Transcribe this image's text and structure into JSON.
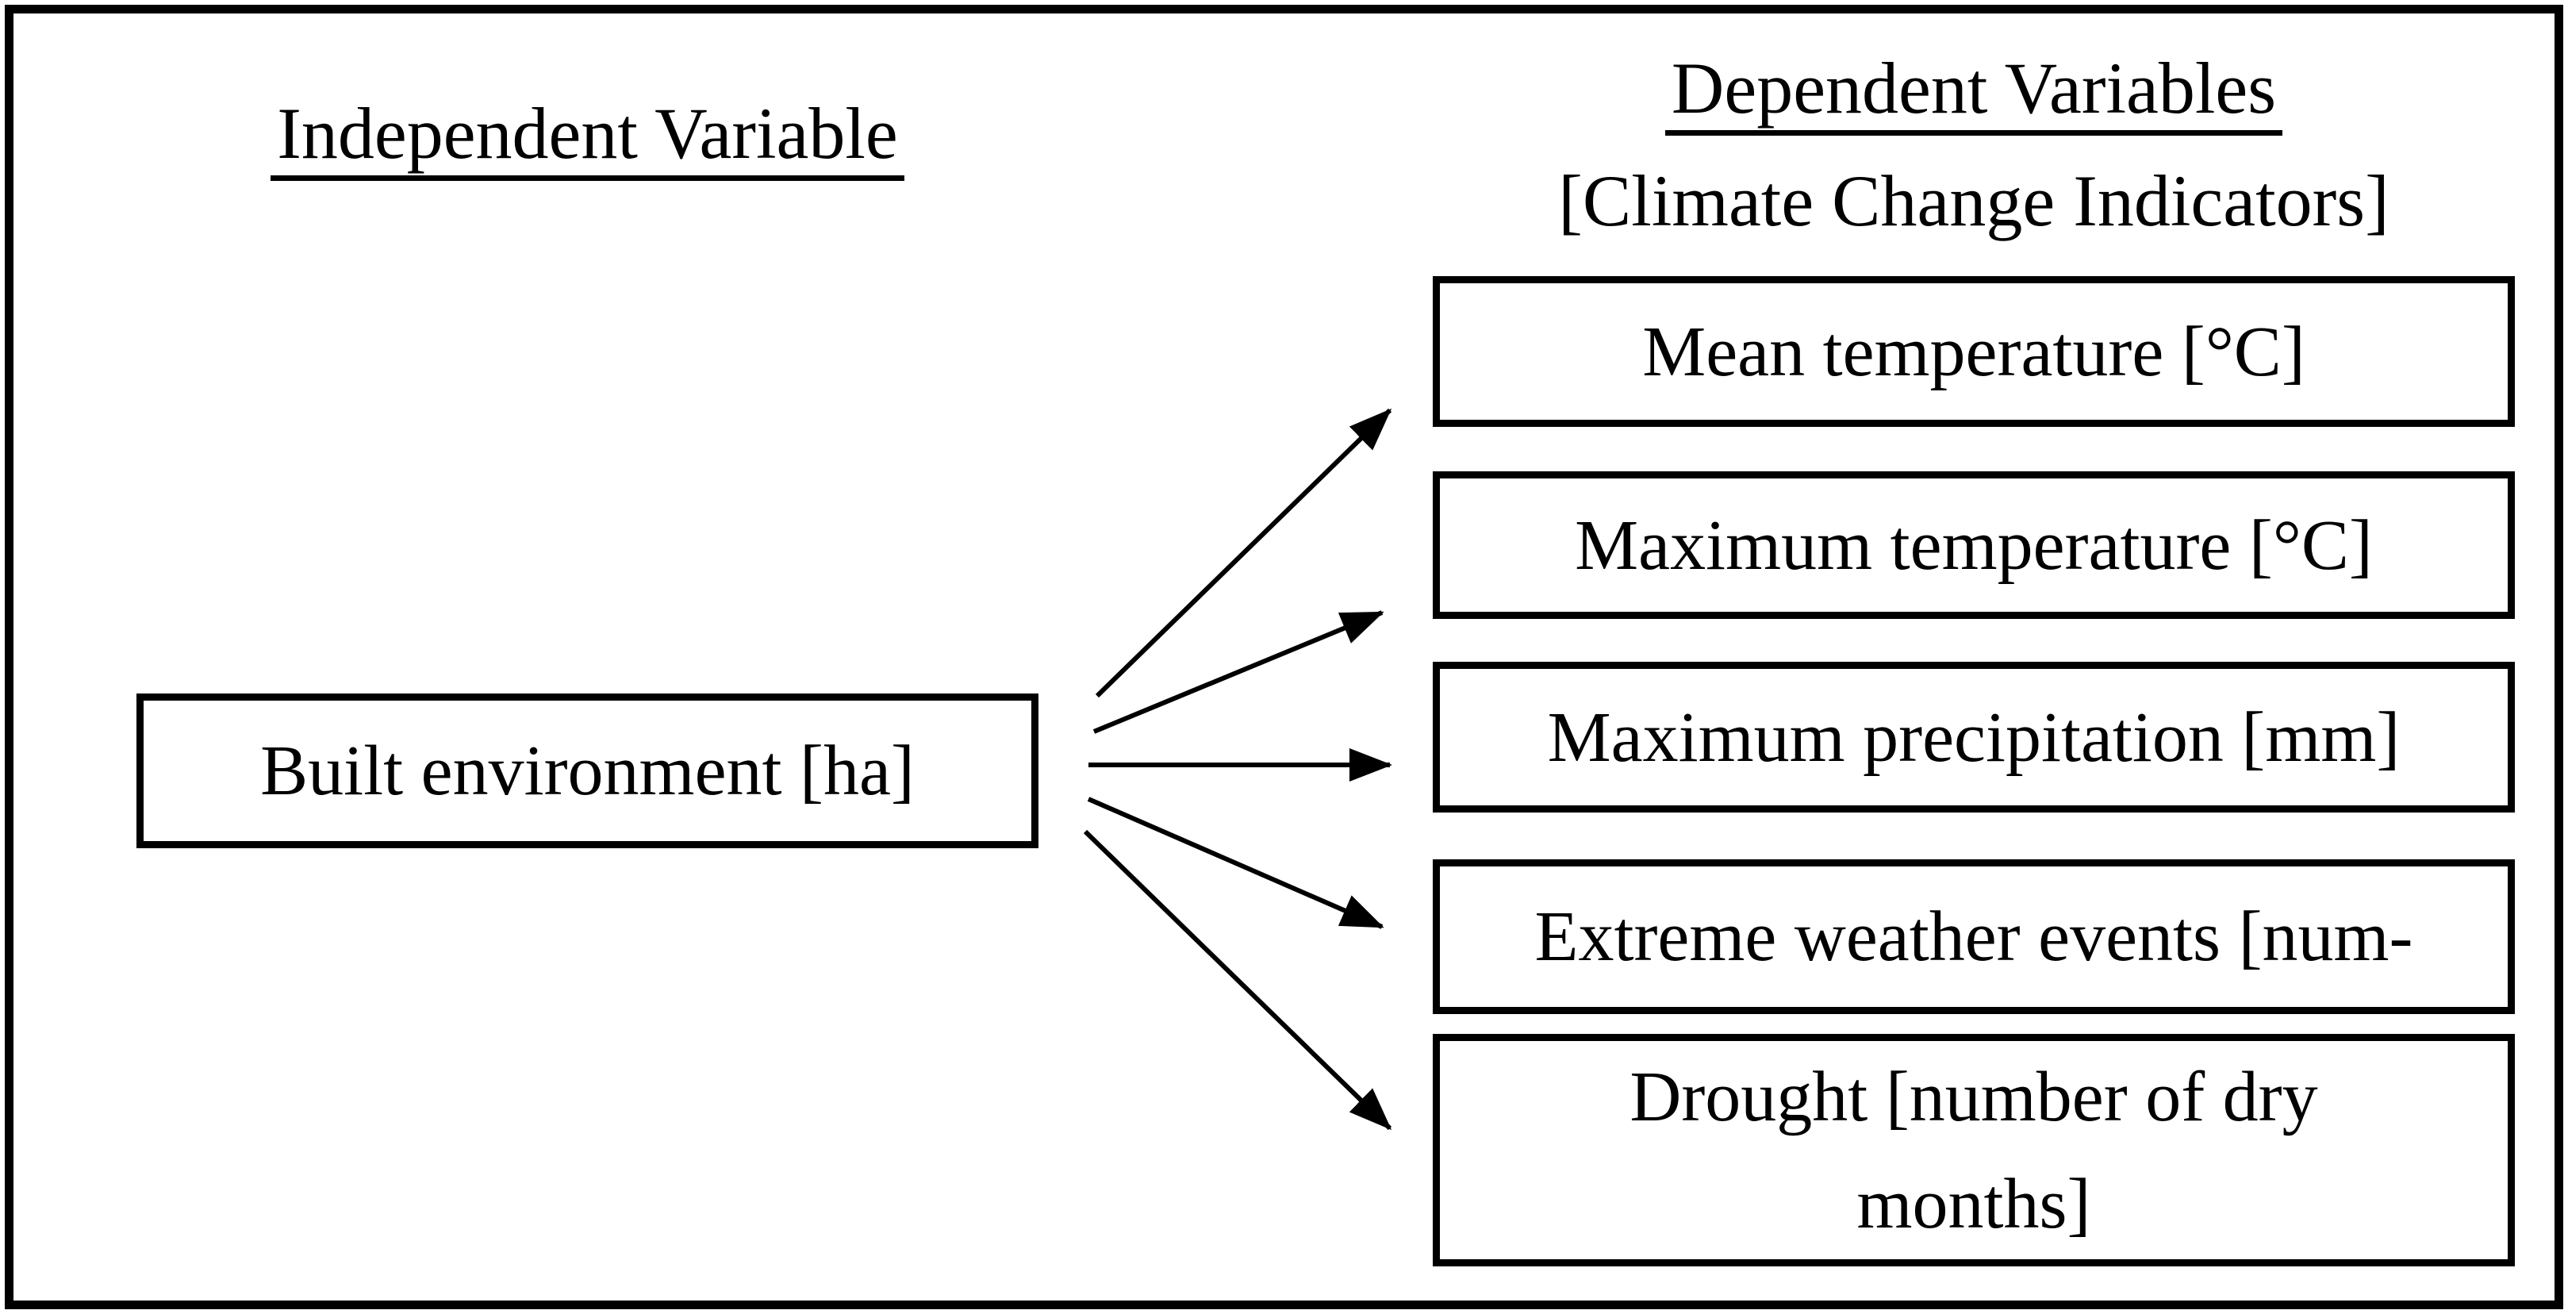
{
  "colors": {
    "ink": "#000000",
    "paper": "#ffffff"
  },
  "headers": {
    "independent": "Independent Variable",
    "dependent": "Dependent Variables",
    "dependent_subtitle": "[Climate Change Indicators]"
  },
  "independent_box": {
    "label": "Built environment [ha]"
  },
  "dependent_boxes": [
    {
      "lines": [
        "Mean temperature [°C]"
      ]
    },
    {
      "lines": [
        "Maximum temperature [°C]"
      ]
    },
    {
      "lines": [
        "Maximum precipitation [mm]"
      ]
    },
    {
      "lines": [
        "Extreme weather events [num-"
      ]
    },
    {
      "lines": [
        "Drought [number of dry",
        "months]"
      ]
    }
  ],
  "relations": [
    {
      "from": "Built environment [ha]",
      "to": "Mean temperature [°C]"
    },
    {
      "from": "Built environment [ha]",
      "to": "Maximum temperature [°C]"
    },
    {
      "from": "Built environment [ha]",
      "to": "Maximum precipitation [mm]"
    },
    {
      "from": "Built environment [ha]",
      "to": "Extreme weather events [num-"
    },
    {
      "from": "Built environment [ha]",
      "to": "Drought [number of dry months]"
    }
  ]
}
